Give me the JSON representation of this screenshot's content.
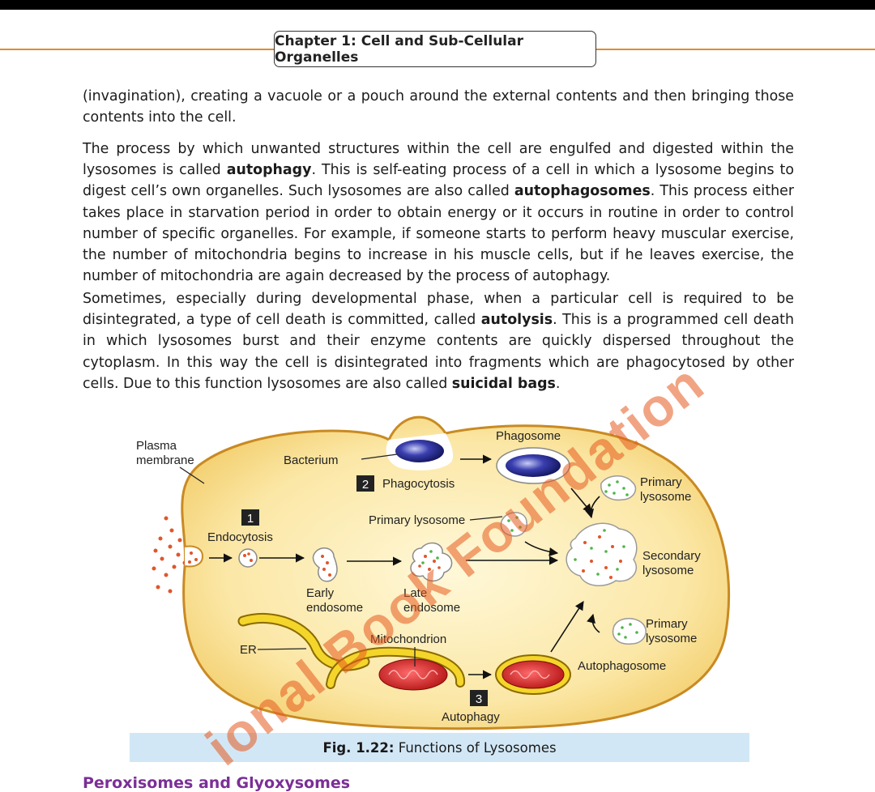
{
  "header": {
    "title": "Chapter 1: Cell and Sub-Cellular Organelles"
  },
  "paragraphs": {
    "p1": "(invagination), creating a vacuole or a pouch around the external contents and then bringing those contents into the cell.",
    "p2a": "The process by which unwanted structures within the cell are engulfed and digested within the lysosomes is called ",
    "p2b": "autophagy",
    "p2c": ". This is self-eating process of a cell in which a lysosome begins to digest cell’s own organelles. Such lysosomes are also called ",
    "p2d": "autophagosomes",
    "p2e": ". This process either takes place in starvation period in order to obtain energy or it occurs in routine in order to control number of specific organelles. For example, if someone starts to perform heavy muscular exercise, the number of mitochondria begins to increase in his muscle cells, but if he leaves exercise, the number of mitochondria are again decreased by the process of autophagy.",
    "p3a": "Sometimes, especially during developmental phase, when a particular cell is required to be disintegrated, a type of cell death is committed, called ",
    "p3b": "autolysis",
    "p3c": ". This is a programmed cell death in which lysosomes burst and their enzyme contents are quickly dispersed throughout the cytoplasm. In this way the cell is disintegrated into fragments which are phagocytosed by other cells.  Due to this function lysosomes are also called ",
    "p3d": "suicidal bags",
    "p3e": "."
  },
  "figure": {
    "labels": {
      "plasma_membrane_1": "Plasma",
      "plasma_membrane_2": "membrane",
      "bacterium": "Bacterium",
      "phagosome": "Phagosome",
      "step2_num": "2",
      "phagocytosis": "Phagocytosis",
      "primary_lysosome_tr_1": "Primary",
      "primary_lysosome_tr_2": "lysosome",
      "step1_num": "1",
      "endocytosis": "Endocytosis",
      "primary_lysosome_mid": "Primary lysosome",
      "secondary_lysosome_1": "Secondary",
      "secondary_lysosome_2": "lysosome",
      "early_endosome_1": "Early",
      "early_endosome_2": "endosome",
      "late_endosome_1": "Late",
      "late_endosome_2": "endosome",
      "primary_lysosome_br_1": "Primary",
      "primary_lysosome_br_2": "lysosome",
      "er": "ER",
      "mitochondrion": "Mitochondrion",
      "autophagosome": "Autophagosome",
      "step3_num": "3",
      "autophagy": "Autophagy"
    },
    "caption_prefix": "Fig. 1.22:",
    "caption_text": " Functions of Lysosomes"
  },
  "section_heading": "Peroxisomes and Glyoxysomes",
  "watermark": "ional Book Foundation",
  "colors": {
    "header_rule": "#e08a2e",
    "cell_fill": "#fbe7a6",
    "caption_bg": "#d2e7f5",
    "section_heading": "#7b2f96",
    "watermark": "#e65a1e"
  }
}
